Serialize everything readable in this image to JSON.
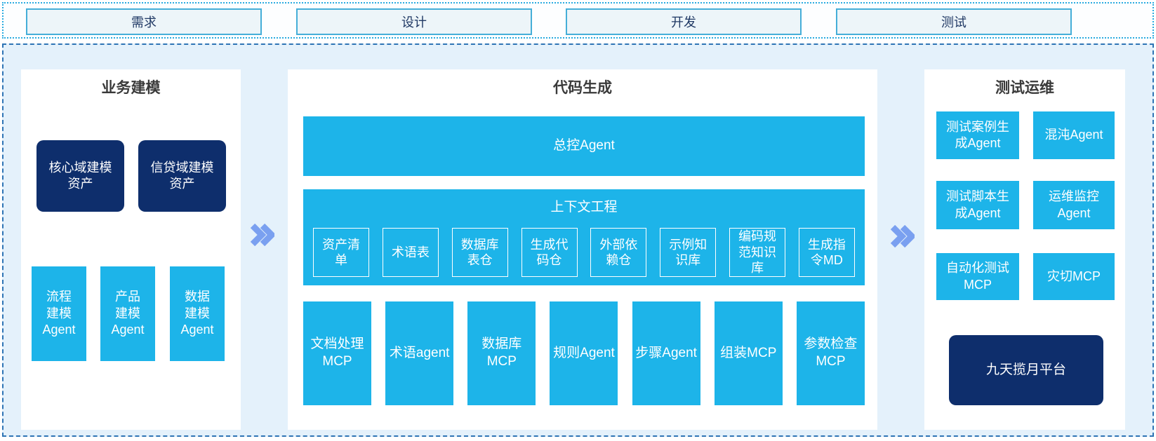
{
  "colors": {
    "cyan": "#1db4e9",
    "navy": "#0e2e6c",
    "chevron_blue": "#7aa0f0",
    "container_bg": "#e4f1fb",
    "container_border": "#2e74b5",
    "phase_box_bg": "#edf5f9",
    "phase_box_border": "#45aed8",
    "phase_text": "#1f3864",
    "panel_title_text": "#3a3a3a"
  },
  "phases": [
    "需求",
    "设计",
    "开发",
    "测试"
  ],
  "left_panel": {
    "title": "业务建模",
    "asset_boxes": [
      "核心域建模\n资产",
      "信贷域建模\n资产"
    ],
    "agent_boxes": [
      "流程\n建模\nAgent",
      "产品\n建模\nAgent",
      "数据\n建模\nAgent"
    ]
  },
  "middle_panel": {
    "title": "代码生成",
    "master_agent": "总控Agent",
    "context": {
      "title": "上下文工程",
      "items": [
        "资产清\n单",
        "术语表",
        "数据库\n表仓",
        "生成代\n码仓",
        "外部依\n赖仓",
        "示例知\n识库",
        "编码规\n范知识\n库",
        "生成指\n令MD"
      ]
    },
    "tools": [
      "文档处理\nMCP",
      "术语agent",
      "数据库\nMCP",
      "规则Agent",
      "步骤Agent",
      "组装MCP",
      "参数检查\nMCP"
    ]
  },
  "right_panel": {
    "title": "测试运维",
    "boxes": [
      "测试案例生\n成Agent",
      "混沌Agent",
      "测试脚本生\n成Agent",
      "运维监控\nAgent",
      "自动化测试\nMCP",
      "灾切MCP"
    ],
    "platform": "九天揽月平台"
  }
}
